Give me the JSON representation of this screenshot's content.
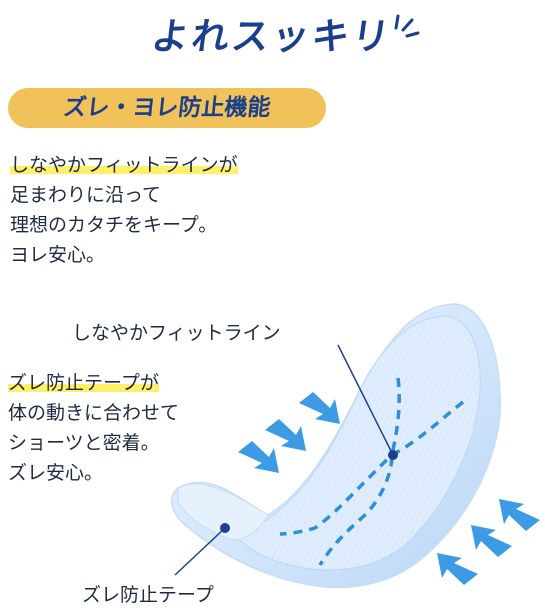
{
  "title": "よれスッキリ",
  "badge": "ズレ・ヨレ防止機能",
  "intro": {
    "line1": "しなやかフィットラインが",
    "line2": "足まわりに沿って",
    "line3": "理想のカタチをキープ。",
    "line4": "ヨレ安心。"
  },
  "side": {
    "line1": "ズレ防止テープが",
    "line2": "体の動きに合わせて",
    "line3": "ショーツと密着。",
    "line4": "ズレ安心。"
  },
  "callouts": {
    "fit_line": "しなやかフィットライン",
    "tape": "ズレ防止テープ"
  },
  "colors": {
    "title": "#1b3f8c",
    "badge": "#f2c25a",
    "highlight": "#fff06a",
    "arrow": "#3d9be6",
    "dash": "#2f8ed8"
  }
}
